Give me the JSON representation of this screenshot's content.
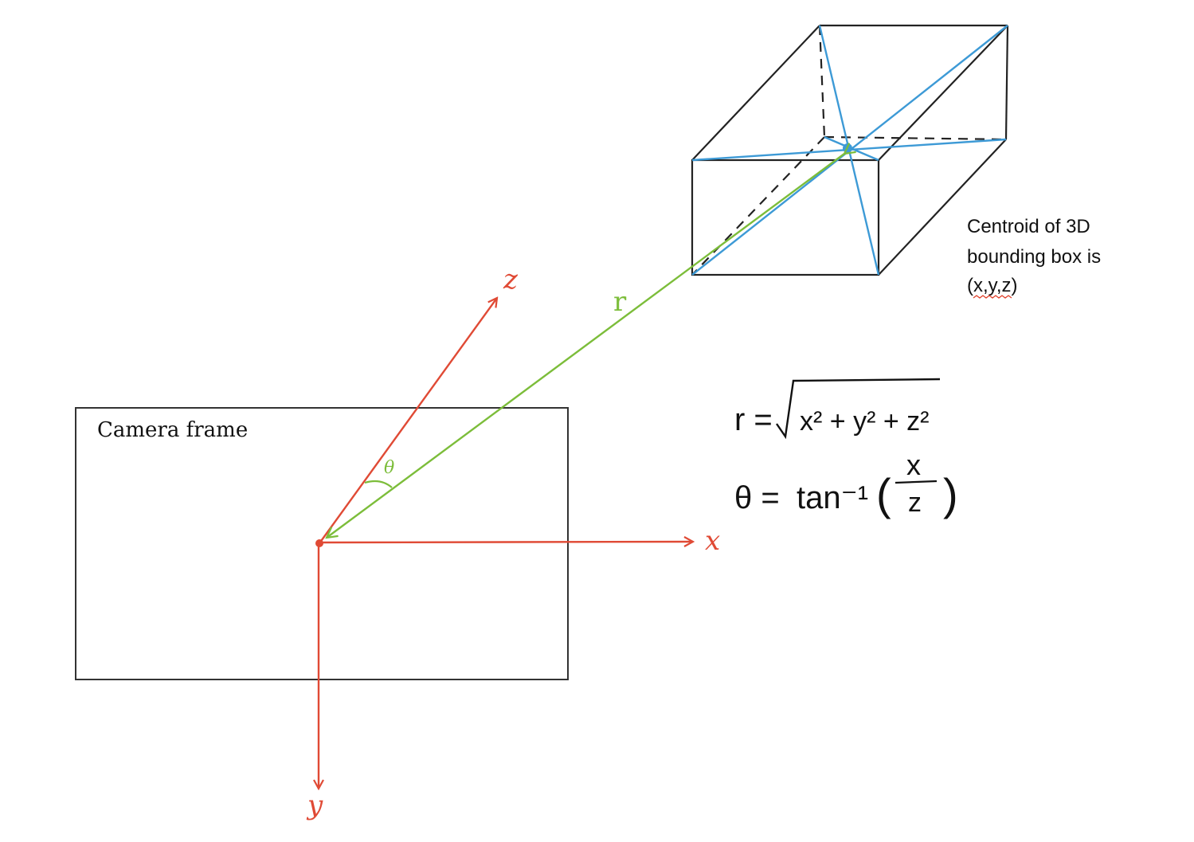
{
  "labels": {
    "camera_frame": "Camera frame",
    "axis_x": "x",
    "axis_y": "y",
    "axis_z": "z",
    "range": "r",
    "angle": "θ",
    "centroid_line1": "Centroid of 3D",
    "centroid_line2": "bounding box is",
    "centroid_line3": "(x,y,z)"
  },
  "formulas": {
    "r_lhs": "r =",
    "r_rhs": "x² + y² + z²",
    "theta_lhs": "θ =",
    "theta_fn": "tan⁻¹",
    "theta_num": "x",
    "theta_den": "z"
  },
  "colors": {
    "axis": "#e04a35",
    "range": "#7cbd3a",
    "diagonal": "#3d9ad6",
    "box": "#222222"
  }
}
